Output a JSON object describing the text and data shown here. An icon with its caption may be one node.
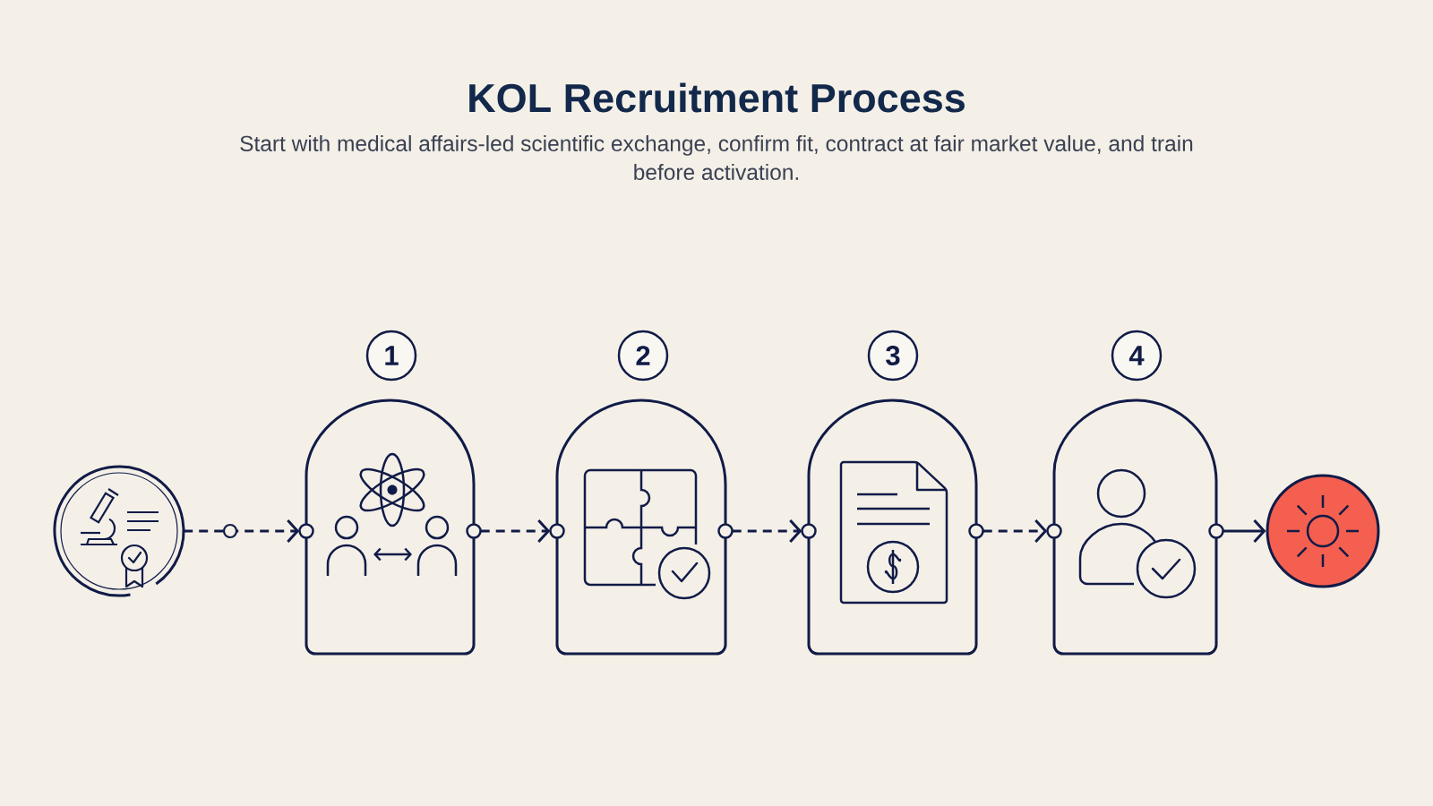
{
  "diagram": {
    "title": "KOL Recruitment Process",
    "nodes": [
      {
        "text": [],
        "shape": "circle"
      },
      {
        "text": [
          "1"
        ]
      },
      {
        "text": [],
        "shape": "arch"
      },
      {
        "text": [
          "2"
        ]
      },
      {
        "text": [],
        "shape": "arch"
      },
      {
        "text": [
          "3"
        ]
      },
      {
        "text": [],
        "shape": "arch"
      },
      {
        "text": [
          "4"
        ]
      },
      {
        "text": [],
        "shape": "arch"
      },
      {
        "text": [],
        "shape": "circle"
      }
    ],
    "edges": [
      {
        "from": 0,
        "to": 2,
        "arrow": "to",
        "style": "dashed"
      },
      {
        "from": 2,
        "to": 4,
        "arrow": "to",
        "style": "dashed"
      },
      {
        "from": 4,
        "to": 6,
        "arrow": "to",
        "style": "dashed"
      },
      {
        "from": 6,
        "to": 8,
        "arrow": "to",
        "style": "dashed"
      },
      {
        "from": 8,
        "to": 9,
        "arrow": "to"
      }
    ],
    "labels": [
      "Start with medical affairs-led scientific exchange, confirm fit, contract at fair market value, and train before activation."
    ]
  }
}
